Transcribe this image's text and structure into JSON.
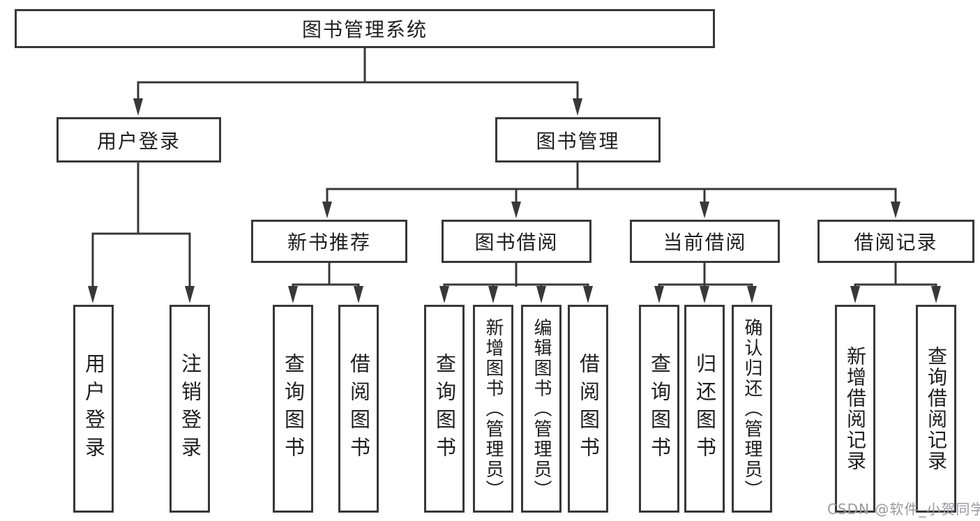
{
  "diagram": {
    "root": "图书管理系统",
    "level1": {
      "user_login": "用户登录",
      "book_management": "图书管理"
    },
    "level2": {
      "new_book_recommend": "新书推荐",
      "book_borrowing": "图书借阅",
      "current_borrowing": "当前借阅",
      "borrowing_records": "借阅记录"
    },
    "leaves": {
      "user_login": "用户登录",
      "logout": "注销登录",
      "rec_query_books": "查询图书",
      "rec_borrow_books": "借阅图书",
      "bor_query_books": "查询图书",
      "bor_add_books": "新增图书（管理员）",
      "bor_edit_books": "编辑图书（管理员）",
      "bor_borrow_books": "借阅图书",
      "cur_query_books": "查询图书",
      "cur_return_books": "归还图书",
      "cur_confirm_return": "确认归还（管理员）",
      "log_add_record": "新增借阅记录",
      "log_query_record": "查询借阅记录"
    },
    "watermark": "CSDN @软件_小贺同学",
    "colors": {
      "line": "#383838",
      "text": "#1e1e1e",
      "watermark": "#9a9a9e",
      "background": "#ffffff"
    }
  }
}
